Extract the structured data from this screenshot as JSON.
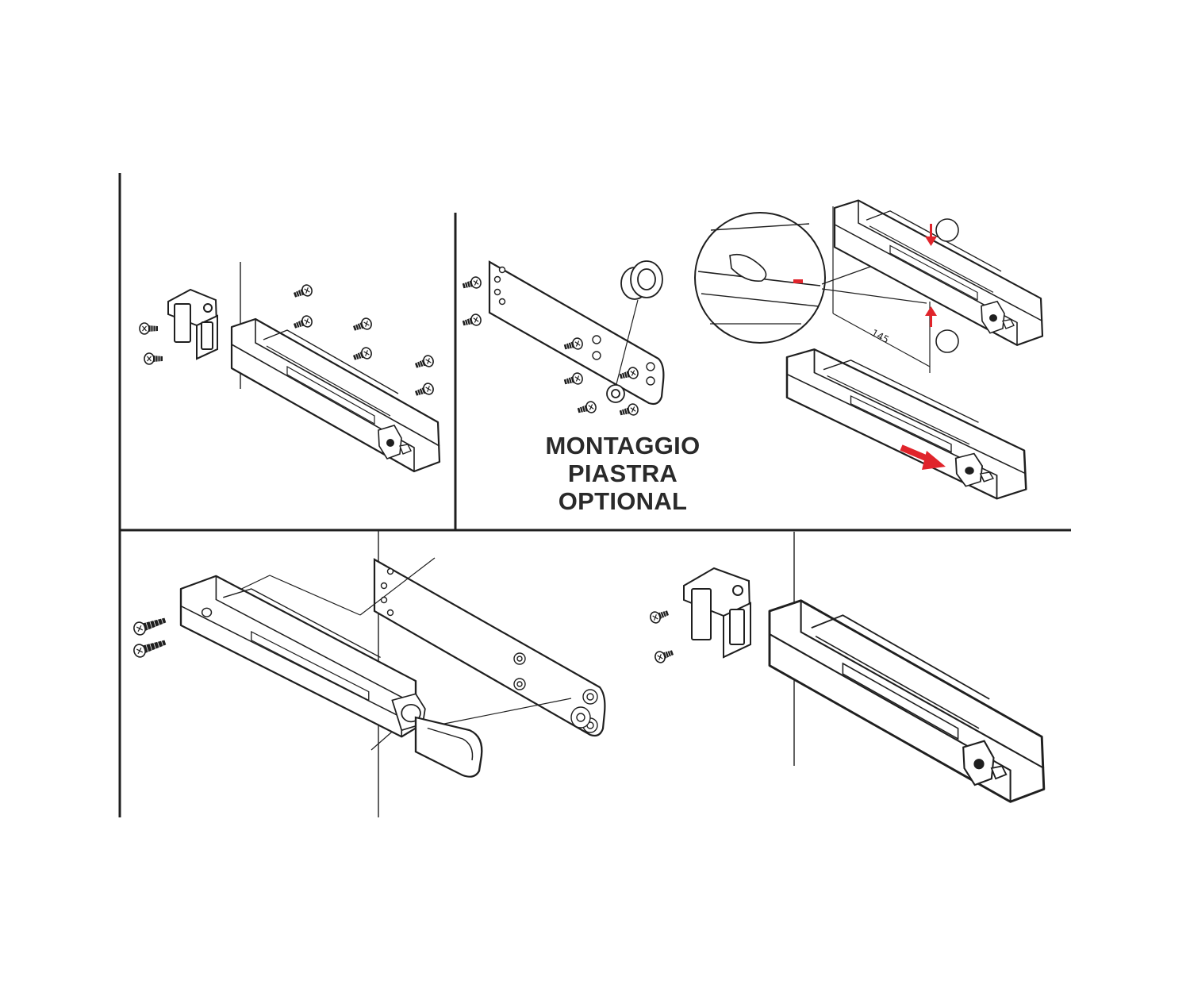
{
  "caption": {
    "line1": "MONTAGGIO",
    "line2": "PIASTRA",
    "line3": "OPTIONAL"
  },
  "dimension": {
    "value": "145"
  },
  "colors": {
    "line": "#1f1f1f",
    "accent": "#e0242b",
    "background": "#ffffff"
  },
  "icons": {
    "screw": "screw-icon",
    "arrow": "red-arrow-icon",
    "roller": "roller-icon"
  }
}
